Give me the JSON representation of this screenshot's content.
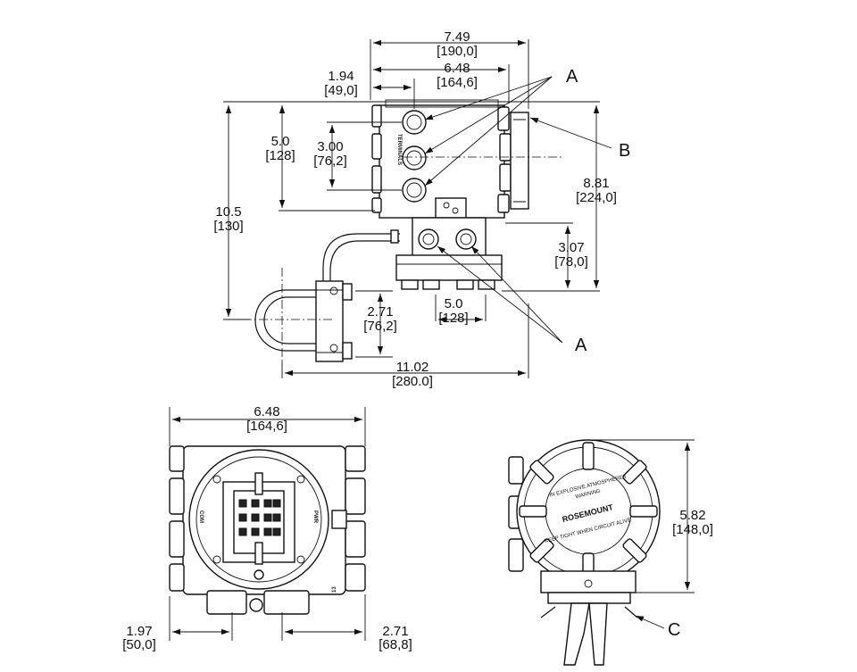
{
  "dimensions": {
    "top_width": {
      "in": "7.49",
      "mm": "[190,0]"
    },
    "top_width_inner": {
      "in": "6.48",
      "mm": "[164,6]"
    },
    "offset_left": {
      "in": "1.94",
      "mm": "[49,0]"
    },
    "housing_height": {
      "in": "5.0",
      "mm": "[128]"
    },
    "conduit_spacing": {
      "in": "3.00",
      "mm": "[76,2]"
    },
    "total_height": {
      "in": "10.5",
      "mm": "[130]"
    },
    "right_height": {
      "in": "8.81",
      "mm": "[224,0]"
    },
    "bottom_section": {
      "in": "3.07",
      "mm": "[78,0]"
    },
    "bracket_spacing": {
      "in": "2.71",
      "mm": "[76,2]"
    },
    "flange_width": {
      "in": "5.0",
      "mm": "[128]"
    },
    "total_width": {
      "in": "11.02",
      "mm": "[280.0]"
    },
    "front_width": {
      "in": "6.48",
      "mm": "[164,6]"
    },
    "front_left": {
      "in": "1.97",
      "mm": "[50,0]"
    },
    "front_right": {
      "in": "2.71",
      "mm": "[68,8]"
    },
    "side_height": {
      "in": "5.82",
      "mm": "[148,0]"
    }
  },
  "callouts": {
    "a_top": "A",
    "a_bottom": "A",
    "b": "B",
    "c": "C"
  },
  "labels": {
    "terminals": "TERMINALS",
    "brand": "ROSEMOUNT",
    "warning_title": "WARNING",
    "warning_line1": "IN EXPLOSIVE ATMOSPHERES",
    "warning_line2": "KEEP TIGHT WHEN CIRCUIT ALIVE",
    "term_left": "COM",
    "term_right": "PWR",
    "term_id": "13"
  }
}
